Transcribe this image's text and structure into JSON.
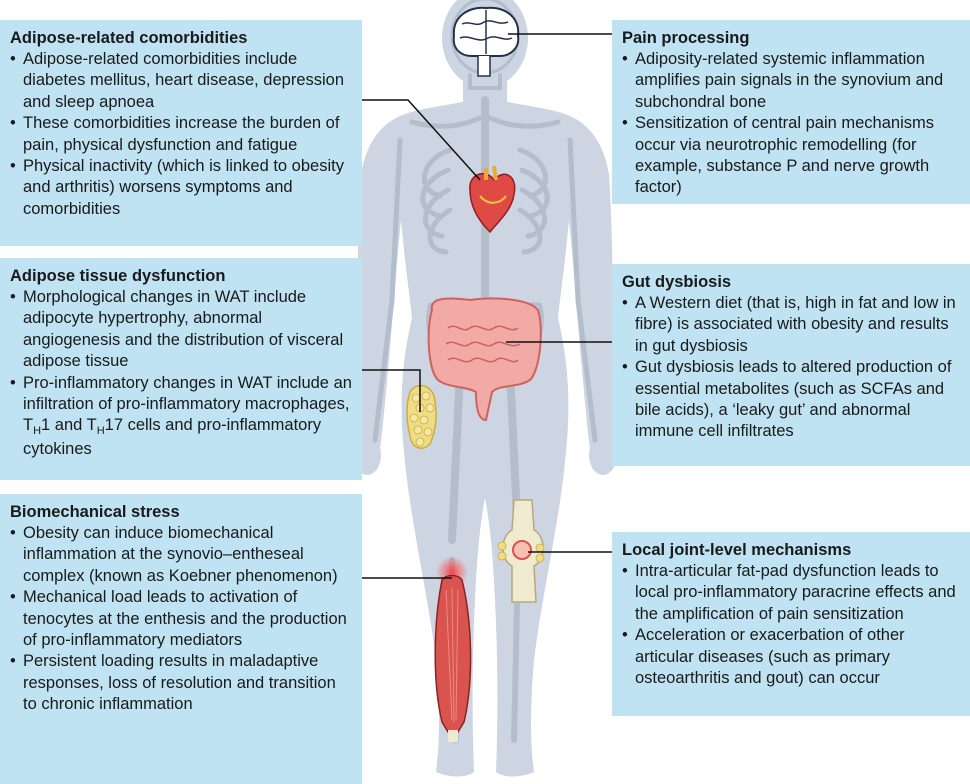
{
  "colors": {
    "panel": "#bfe3f2",
    "body": "#ccd5e1",
    "bone": "#b3bdcc",
    "leader": "#111111",
    "heart": "#e04a45",
    "intestine": "#f2aaa6",
    "fat": "#f1dc86",
    "muscle": "#d9544f"
  },
  "icons": [
    "brain-icon",
    "heart-icon",
    "intestine-icon",
    "fat-tissue-icon",
    "knee-joint-icon",
    "muscle-tendon-icon",
    "skeleton-icon"
  ],
  "panels": {
    "adipose_comorbidities": {
      "title": "Adipose-related comorbidities",
      "bullets": [
        "Adipose-related comorbidities include diabetes mellitus, heart disease, depression and sleep apnoea",
        "These comorbidities increase the burden of pain, physical dysfunction and fatigue",
        "Physical inactivity (which is linked to obesity and arthritis) worsens symptoms and comorbidities"
      ]
    },
    "adipose_dysfunction": {
      "title": "Adipose tissue dysfunction",
      "bullet1": "Morphological changes in WAT include adipocyte hypertrophy, abnormal angiogenesis and the distribution of visceral adipose tissue",
      "bullet2": {
        "part1": "Pro-inflammatory changes in WAT include an infiltration of pro-inflammatory macrophages, T",
        "sub1": "H",
        "part2": "1 and T",
        "sub2": "H",
        "part3": "17 cells and pro-inflammatory cytokines"
      }
    },
    "biomechanical": {
      "title": "Biomechanical stress",
      "bullets": [
        "Obesity can induce biomechanical inflammation at the synovio–entheseal complex (known as Koebner phenomenon)",
        "Mechanical load leads to activation of tenocytes at the enthesis and the production of pro-inflammatory mediators",
        "Persistent loading results in maladaptive responses, loss of resolution and transition to chronic inflammation"
      ]
    },
    "pain": {
      "title": "Pain processing",
      "bullets": [
        "Adiposity-related systemic inflammation amplifies pain signals in the synovium and subchondral bone",
        "Sensitization of central pain mechanisms occur via neurotrophic remodelling (for example, substance P and nerve growth factor)"
      ]
    },
    "gut": {
      "title": "Gut dysbiosis",
      "bullets": [
        "A Western diet (that is, high in fat and low in fibre) is associated with obesity and results in gut dysbiosis",
        "Gut dysbiosis leads to altered production of essential metabolites (such as SCFAs and bile acids), a ‘leaky gut’ and abnormal immune cell infiltrates"
      ]
    },
    "joint": {
      "title": "Local joint-level mechanisms",
      "bullets": [
        "Intra-articular fat-pad dysfunction leads to local pro-inflammatory paracrine effects and the amplification of pain sensitization",
        "Acceleration or exacerbation of other articular diseases (such as primary osteoarthritis and gout) can occur"
      ]
    }
  }
}
